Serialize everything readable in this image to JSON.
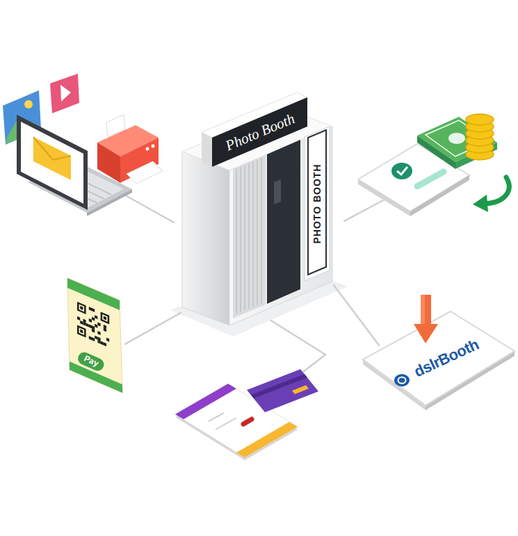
{
  "diagram": {
    "nodes": [
      {
        "text": [
          "Photo Booth",
          "PHOTO BOOTH"
        ]
      },
      {
        "text": [
          "Pay"
        ]
      },
      {
        "text": [
          "dslrBooth"
        ]
      }
    ],
    "edges": [
      {
        "from": 0,
        "to": 1,
        "arrow": "none"
      },
      {
        "from": 0,
        "to": 2,
        "arrow": "none"
      }
    ]
  }
}
